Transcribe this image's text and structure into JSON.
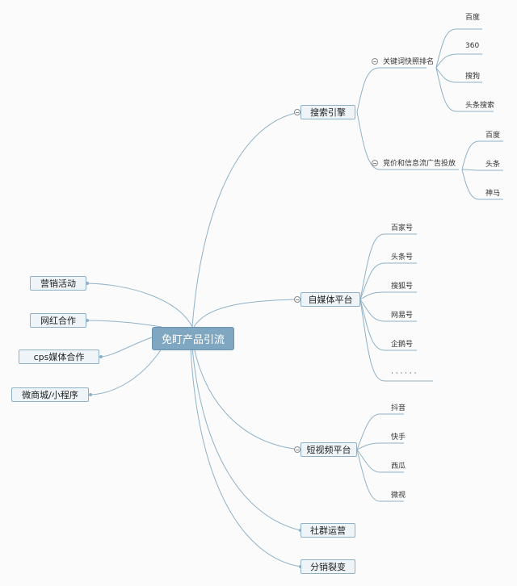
{
  "mindmap": {
    "root": {
      "label": "免盯产品引流"
    },
    "left_branches": [
      {
        "label": "营销活动"
      },
      {
        "label": "网红合作"
      },
      {
        "label": "cps媒体合作"
      },
      {
        "label": "微商城/小程序"
      }
    ],
    "right_branches": [
      {
        "label": "搜索引擎",
        "subgroups": [
          {
            "label": "关键词快照排名",
            "items": [
              "百度",
              "360",
              "搜狗",
              "头条搜索"
            ]
          },
          {
            "label": "竞价和信息流广告投放",
            "items": [
              "百度",
              "头条",
              "神马"
            ]
          }
        ]
      },
      {
        "label": "自媒体平台",
        "items": [
          "百家号",
          "头条号",
          "搜狐号",
          "网易号",
          "企鹅号",
          "· · · · · ·"
        ]
      },
      {
        "label": "短视频平台",
        "items": [
          "抖音",
          "快手",
          "西瓜",
          "微视"
        ]
      },
      {
        "label": "社群运营"
      },
      {
        "label": "分销裂变"
      }
    ],
    "colors": {
      "line": "#8fb1c8",
      "root_fill": "#7fa7c2",
      "node_fill": "#eef4f8"
    }
  }
}
